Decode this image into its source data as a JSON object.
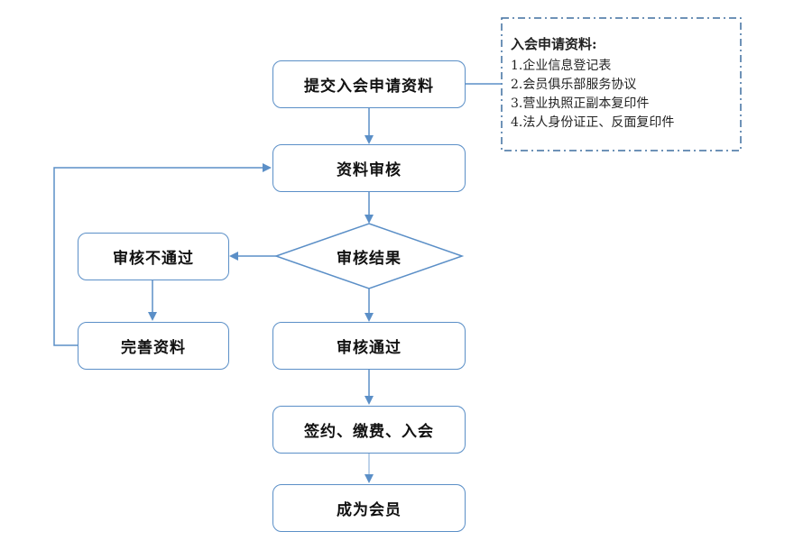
{
  "flowchart": {
    "nodes": {
      "submit": "提交入会申请资料",
      "review": "资料审核",
      "result": "审核结果",
      "rejected": "审核不通过",
      "improve": "完善资料",
      "approved": "审核通过",
      "sign": "签约、缴费、入会",
      "member": "成为会员"
    },
    "note": {
      "title": "入会申请资料:",
      "items": [
        "1.企业信息登记表",
        "2.会员俱乐部服务协议",
        "3.营业执照正副本复印件",
        "4.法人身份证正、反面复印件"
      ]
    },
    "colors": {
      "stroke": "#5b8fc7",
      "arrow": "#5b8fc7",
      "note_border": "#3f6f9f"
    }
  }
}
